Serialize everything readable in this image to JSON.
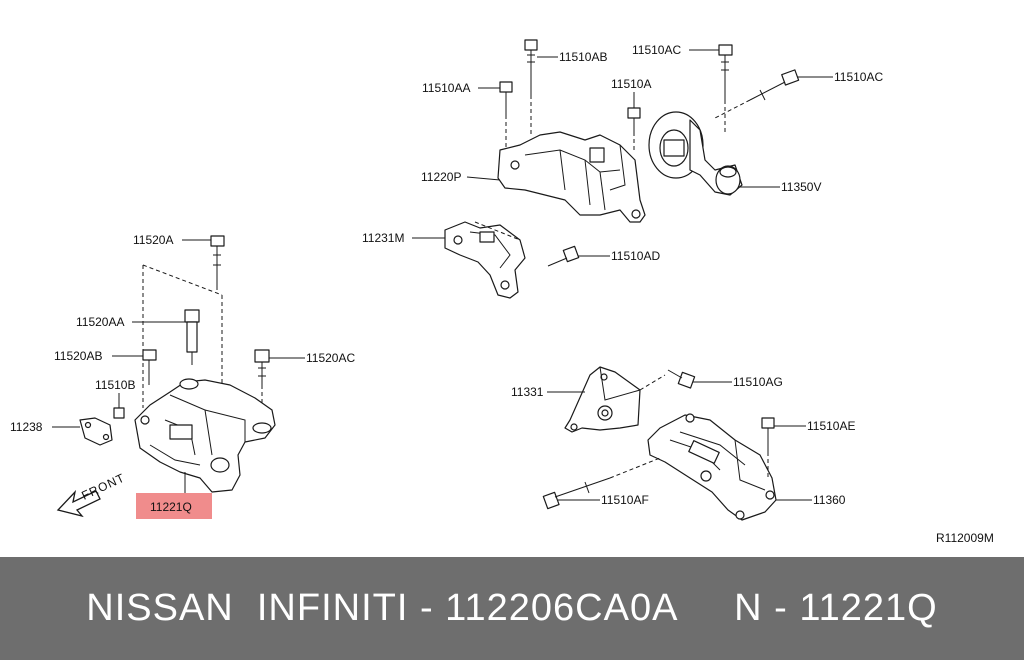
{
  "diagram": {
    "callouts": {
      "c11510AB": "11510AB",
      "c11510AC_top": "11510AC",
      "c11510AC_right": "11510AC",
      "c11510AA": "11510AA",
      "c11510A": "11510A",
      "c11220P": "11220P",
      "c11350V": "11350V",
      "c11231M": "11231M",
      "c11510AD": "11510AD",
      "c11520A": "11520A",
      "c11520AA": "11520AA",
      "c11520AB": "11520AB",
      "c11520AC": "11520AC",
      "c11510B": "11510B",
      "c11238": "11238",
      "c11221Q": "11221Q",
      "c11331": "11331",
      "c11510AG": "11510AG",
      "c11510AE": "11510AE",
      "c11510AF": "11510AF",
      "c11360": "11360"
    },
    "front_label": "FRONT",
    "drawing_ref": "R112009M",
    "highlight_color": "#f08c8c"
  },
  "footer": {
    "text": "NISSAN  INFINITI - 112206CA0A     N - 11221Q",
    "background": "#6e6e6e"
  }
}
